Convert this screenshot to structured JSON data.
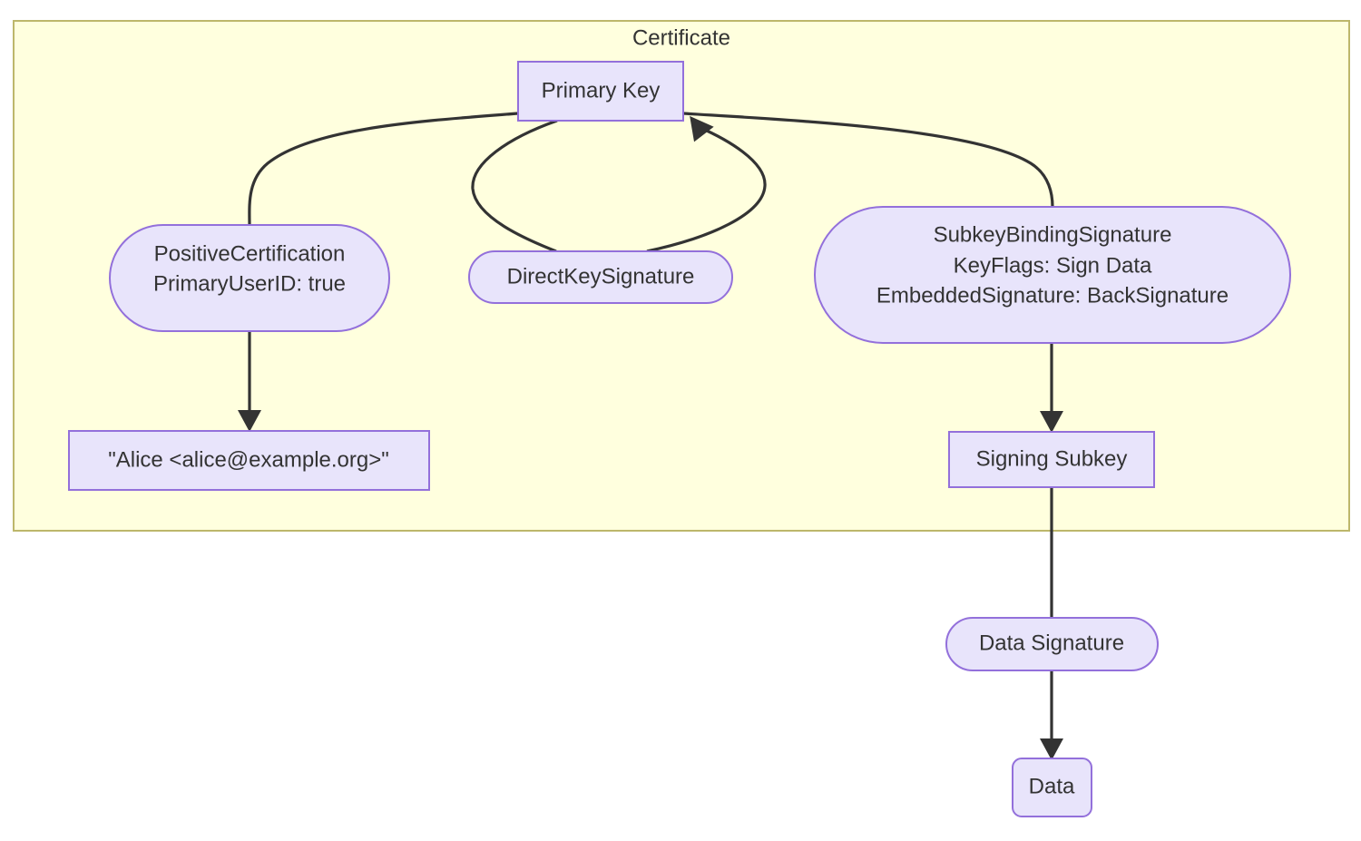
{
  "diagram": {
    "type": "flowchart",
    "direction": "top-down",
    "title_visible": false,
    "colors": {
      "page_background": "#ffffff",
      "cluster_fill": "#ffffde",
      "cluster_stroke": "#bdb76b",
      "node_fill": "#e8e4fb",
      "node_stroke": "#9370db",
      "edge_stroke": "#333333",
      "text": "#333333"
    },
    "cluster": {
      "label": "Certificate",
      "name": "certificate-subgraph"
    },
    "nodes": [
      {
        "id": "primary-key",
        "label": "Primary Key",
        "shape": "rect",
        "lines": [
          "Primary Key"
        ]
      },
      {
        "id": "positive-certification",
        "label": "PositiveCertification PrimaryUserID: true",
        "shape": "stadium",
        "lines": [
          "PositiveCertification",
          "PrimaryUserID: true"
        ]
      },
      {
        "id": "direct-key-signature",
        "label": "DirectKeySignature",
        "shape": "stadium",
        "lines": [
          "DirectKeySignature"
        ]
      },
      {
        "id": "subkey-binding-signature",
        "label": "SubkeyBindingSignature KeyFlags: Sign Data EmbeddedSignature: BackSignature",
        "shape": "stadium",
        "lines": [
          "SubkeyBindingSignature",
          "KeyFlags: Sign Data",
          "EmbeddedSignature: BackSignature"
        ]
      },
      {
        "id": "user-id",
        "label": "\"Alice <alice@example.org>\"",
        "shape": "rect",
        "lines": [
          "\"Alice <alice@example.org>\""
        ]
      },
      {
        "id": "signing-subkey",
        "label": "Signing Subkey",
        "shape": "rect",
        "lines": [
          "Signing Subkey"
        ]
      },
      {
        "id": "data-signature",
        "label": "Data Signature",
        "shape": "stadium",
        "lines": [
          "Data Signature"
        ]
      },
      {
        "id": "data",
        "label": "Data",
        "shape": "rounded-rect",
        "lines": [
          "Data"
        ]
      }
    ],
    "edges": [
      {
        "from": "primary-key",
        "to": "positive-certification",
        "arrow": false
      },
      {
        "from": "primary-key",
        "to": "direct-key-signature",
        "arrow": false
      },
      {
        "from": "direct-key-signature",
        "to": "primary-key",
        "arrow": true
      },
      {
        "from": "primary-key",
        "to": "subkey-binding-signature",
        "arrow": false
      },
      {
        "from": "positive-certification",
        "to": "user-id",
        "arrow": true
      },
      {
        "from": "subkey-binding-signature",
        "to": "signing-subkey",
        "arrow": true
      },
      {
        "from": "signing-subkey",
        "to": "data-signature",
        "arrow": false
      },
      {
        "from": "data-signature",
        "to": "data",
        "arrow": true
      }
    ]
  }
}
